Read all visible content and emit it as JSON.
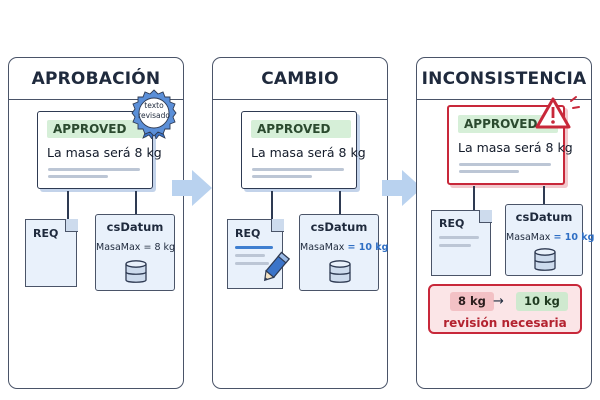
{
  "panels": [
    {
      "title": "APROBACIÓN",
      "status": "APPROVED",
      "card_text": "La masa será 8 kg",
      "seal_line1": "texto",
      "seal_line2": "revisado",
      "doc_label": "REQ",
      "datum_title": "csDatum",
      "datum_key": "MasaMax",
      "datum_value": "= 8 kg"
    },
    {
      "title": "CAMBIO",
      "status": "APPROVED",
      "card_text": "La masa será 8 kg",
      "doc_label": "REQ",
      "datum_title": "csDatum",
      "datum_key": "MasaMax",
      "datum_value": "= 10 kg"
    },
    {
      "title": "INCONSISTENCIA",
      "status": "APPROVED",
      "card_text": "La masa será 8 kg",
      "doc_label": "REQ",
      "datum_title": "csDatum",
      "datum_key": "MasaMax",
      "datum_value": "= 10 kg",
      "old_value": "8 kg",
      "arrow": "→",
      "new_value": "10 kg",
      "alert_text": "revisión necesaria"
    }
  ],
  "colors": {
    "approved_bg": "#d6efd8",
    "alert_red": "#c8283a",
    "highlight_blue": "#2f6fc4",
    "doc_fill": "#e9f1fb",
    "flow_arrow": "#b9d2ef"
  },
  "icons": [
    "seal-badge-icon",
    "document-icon",
    "database-icon",
    "pencil-icon",
    "warning-icon",
    "flow-arrow-icon"
  ]
}
